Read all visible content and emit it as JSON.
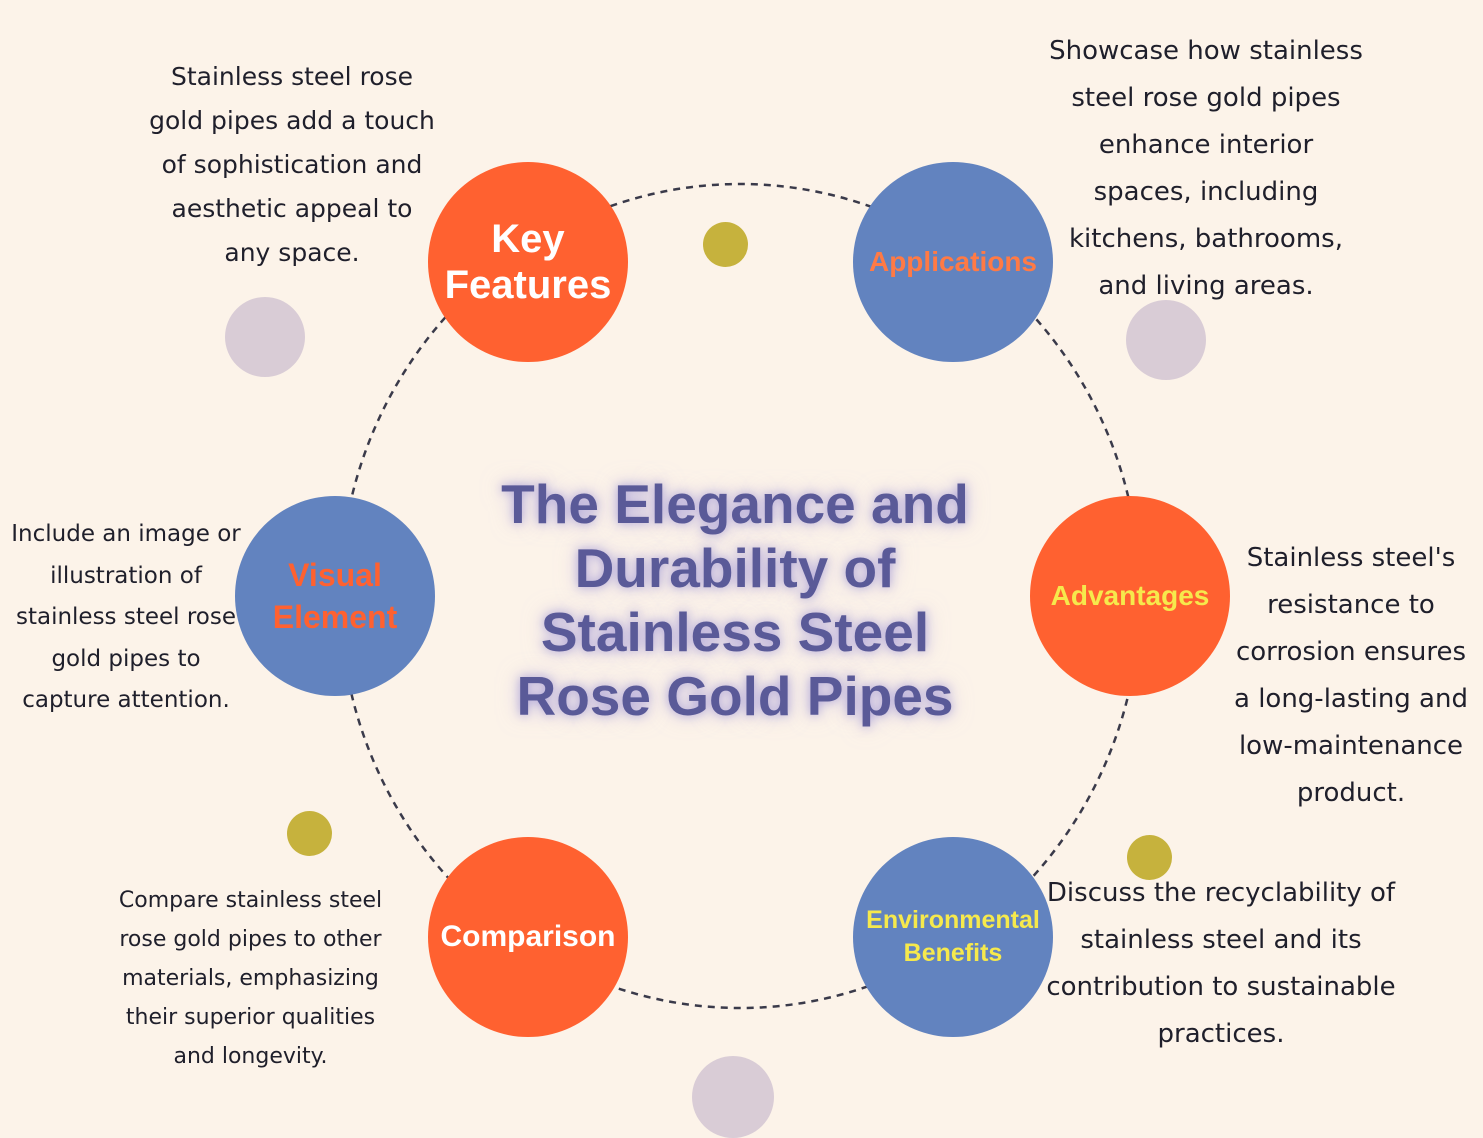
{
  "title": "The Elegance and Durability of Stainless Steel Rose Gold Pipes",
  "colors": {
    "background": "#fcf3e9",
    "orange": "#ff6130",
    "blue": "#6283bf",
    "olive": "#c6b23d",
    "lavender": "#d9ccd6",
    "title": "#5a5a98",
    "ring": "#3a3a4a"
  },
  "nodes": [
    {
      "label": "Key Features",
      "color": "orange",
      "label_color": "#ffffff",
      "description": "Stainless steel rose gold pipes add a touch of sophistication and aesthetic appeal to any space."
    },
    {
      "label": "Applications",
      "color": "blue",
      "label_color": "#ff7a45",
      "description": "Showcase how stainless steel rose gold pipes enhance interior spaces, including kitchens, bathrooms, and living areas."
    },
    {
      "label": "Advantages",
      "color": "orange",
      "label_color": "#f6e94c",
      "description": "Stainless steel's resistance to corrosion ensures a long-lasting and low-maintenance product."
    },
    {
      "label": "Environmental Benefits",
      "color": "blue",
      "label_color": "#f6e94c",
      "description": "Discuss the recyclability of stainless steel and its contribution to sustainable practices."
    },
    {
      "label": "Comparison",
      "color": "orange",
      "label_color": "#ffffff",
      "description": "Compare stainless steel rose gold pipes to other materials, emphasizing their superior qualities and longevity."
    },
    {
      "label": "Visual Element",
      "color": "blue",
      "label_color": "#ff6130",
      "description": "Include an image or illustration of stainless steel rose gold pipes to capture attention."
    }
  ]
}
